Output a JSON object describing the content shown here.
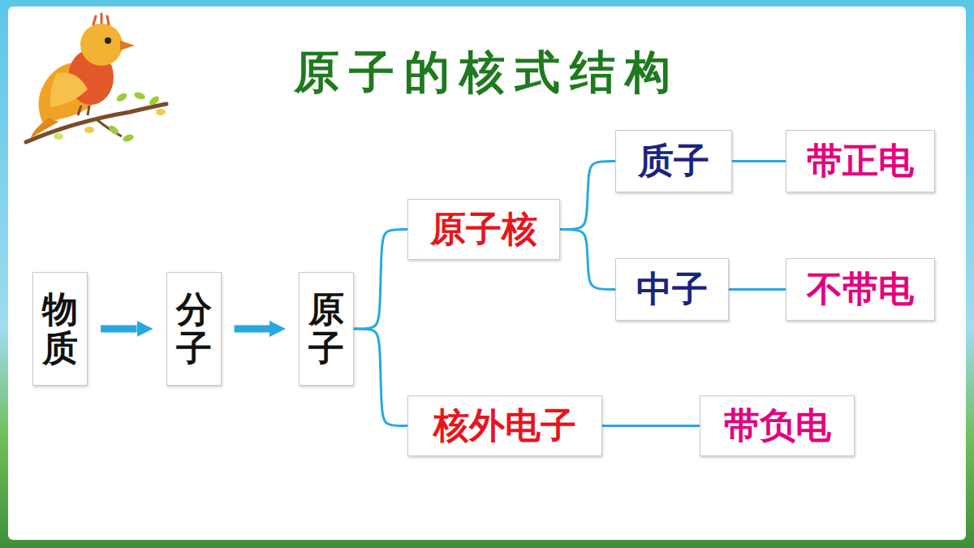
{
  "diagram": {
    "title": "原子的核式结构",
    "nodes": [
      {
        "text": [
          "物质"
        ]
      },
      {
        "text": [
          "分子"
        ]
      },
      {
        "text": [
          "原子"
        ]
      },
      {
        "text": [
          "原子核"
        ]
      },
      {
        "text": [
          "质子"
        ]
      },
      {
        "text": [
          "带正电"
        ]
      },
      {
        "text": [
          "中子"
        ]
      },
      {
        "text": [
          "不带电"
        ]
      },
      {
        "text": [
          "核外电子"
        ]
      },
      {
        "text": [
          "带负电"
        ]
      }
    ],
    "edges": [
      {
        "from": 0,
        "to": 1,
        "arrow": "to"
      },
      {
        "from": 1,
        "to": 2,
        "arrow": "to"
      },
      {
        "from": 2,
        "to": 3,
        "arrow": "none"
      },
      {
        "from": 2,
        "to": 8,
        "arrow": "none"
      },
      {
        "from": 3,
        "to": 4,
        "arrow": "none"
      },
      {
        "from": 3,
        "to": 6,
        "arrow": "none"
      },
      {
        "from": 4,
        "to": 5,
        "arrow": "none"
      },
      {
        "from": 6,
        "to": 7,
        "arrow": "none"
      },
      {
        "from": 8,
        "to": 9,
        "arrow": "none"
      }
    ]
  }
}
